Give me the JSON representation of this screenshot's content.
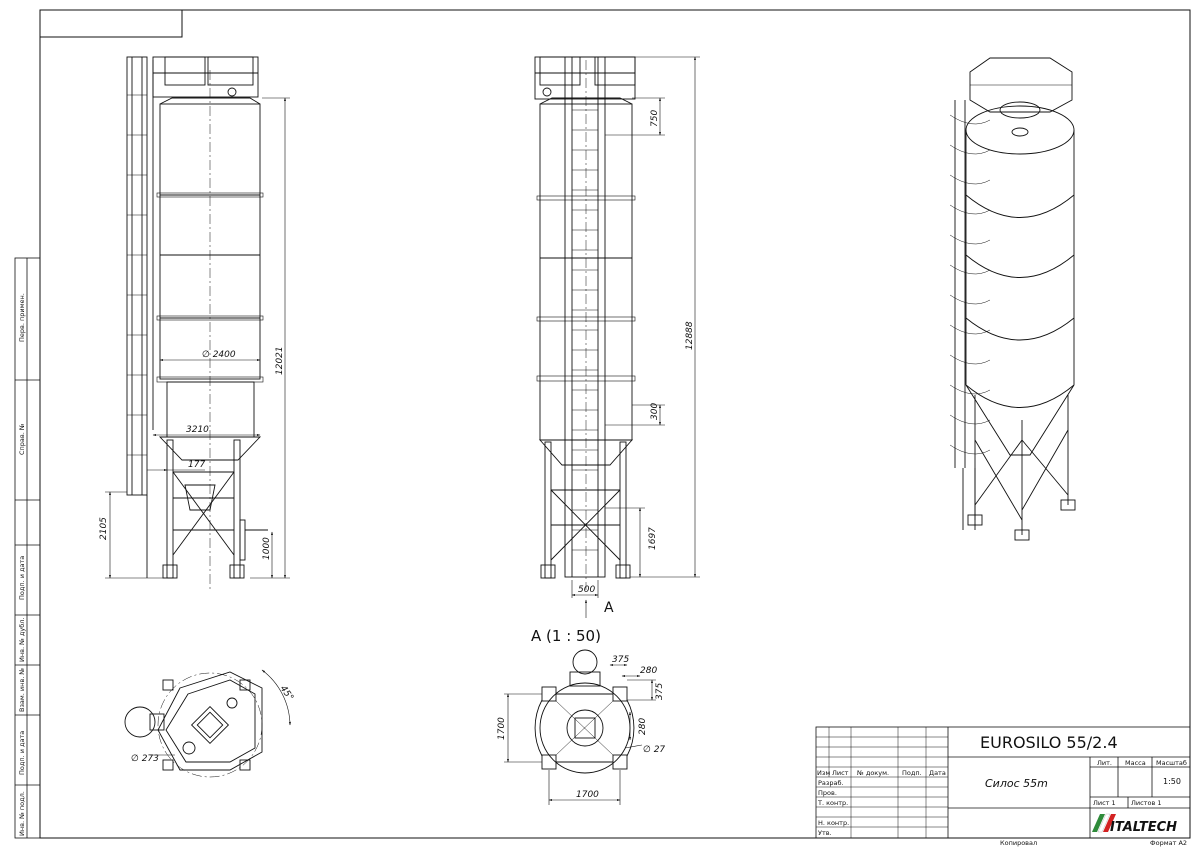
{
  "title_block": {
    "designation": "EUROSILO 55/2.4",
    "name": "Силос 55m",
    "headers": {
      "izm": "Изм",
      "list": "Лист",
      "doc_no": "№ докум.",
      "sign": "Подп.",
      "date": "Дата"
    },
    "roles": {
      "developed": "Разраб.",
      "checked": "Пров.",
      "t_control": "Т. контр.",
      "n_control": "Н. контр.",
      "approved": "Утв."
    },
    "lit": "Лит.",
    "mass": "Масса",
    "scale_label": "Масштаб",
    "scale": "1:50",
    "sheet": "Лист 1",
    "sheets": "Листов 1",
    "copied": "Копировал",
    "format": "Формат A2",
    "logo": "ITALTECH"
  },
  "side_stamp": {
    "perv_primen": "Перв. примен.",
    "sprav_no": "Справ. №",
    "podp_data_1": "Подп. и дата",
    "inv_dubl": "Инв. № дубл.",
    "vzam_inv": "Взам. инв. №",
    "podp_data_2": "Подп. и дата",
    "inv_podl": "Инв. № подл."
  },
  "dimensions": {
    "d2400": "∅ 2400",
    "d3210": "3210",
    "d177": "177",
    "h12021": "12021",
    "h2105": "2105",
    "h1000": "1000",
    "h750": "750",
    "h12888": "12888",
    "h300": "300",
    "h1697": "1697",
    "w500": "500",
    "d273": "∅ 273",
    "a45": "45°",
    "w375a": "375",
    "w280a": "280",
    "h375": "375",
    "h280": "280",
    "h1700": "1700",
    "d27": "∅ 27",
    "w1700": "1700"
  },
  "view_marks": {
    "arrow_a": "A",
    "view_a": "A  (1 : 50)"
  }
}
